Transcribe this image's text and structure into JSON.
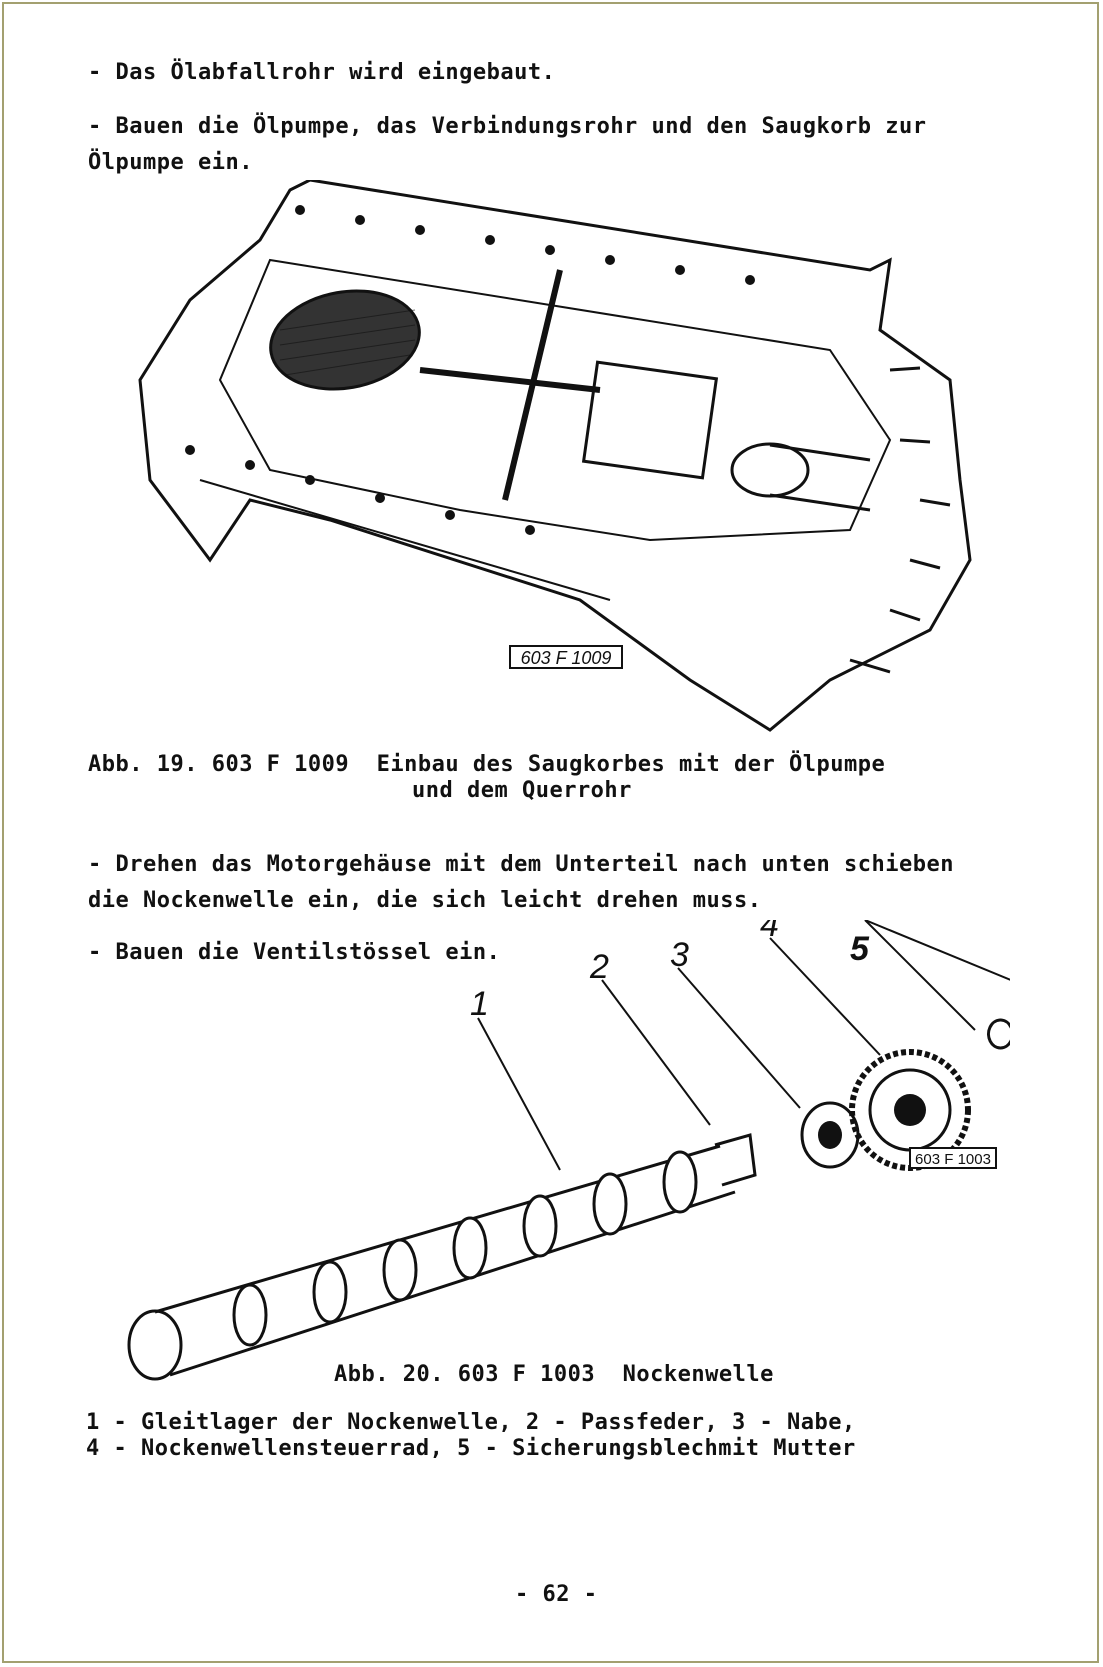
{
  "paragraphs": {
    "p1": "- Das Ölabfallrohr wird eingebaut.",
    "p2_line1": "- Bauen die Ölpumpe, das Verbindungsrohr und den Saugkorb zur",
    "p2_line2": "Ölpumpe ein.",
    "p3_line1": "- Drehen das Motorgehäuse mit dem Unterteil nach unten schieben",
    "p3_line2": "die Nockenwelle ein, die sich leicht drehen muss.",
    "p4": "- Bauen die Ventilstössel ein."
  },
  "figure19": {
    "label": "603 F 1009",
    "caption_line1": "Abb. 19. 603 F 1009  Einbau des Saugkorbes mit der Ölpumpe",
    "caption_line2": "und dem Querrohr"
  },
  "figure20": {
    "label": "603 F 1003",
    "callouts": [
      "1",
      "2",
      "3",
      "4",
      "5"
    ],
    "caption": "Abb. 20. 603 F 1003  Nockenwelle",
    "legend_line1": "1 - Gleitlager der Nockenwelle, 2 - Passfeder, 3 - Nabe,",
    "legend_line2": "4 - Nockenwellensteuerrad, 5 - Sicherungsblechmit Mutter"
  },
  "page_number": "- 62 -",
  "colors": {
    "frame": "#a3a070",
    "ink": "#111111",
    "paper": "#ffffff"
  }
}
